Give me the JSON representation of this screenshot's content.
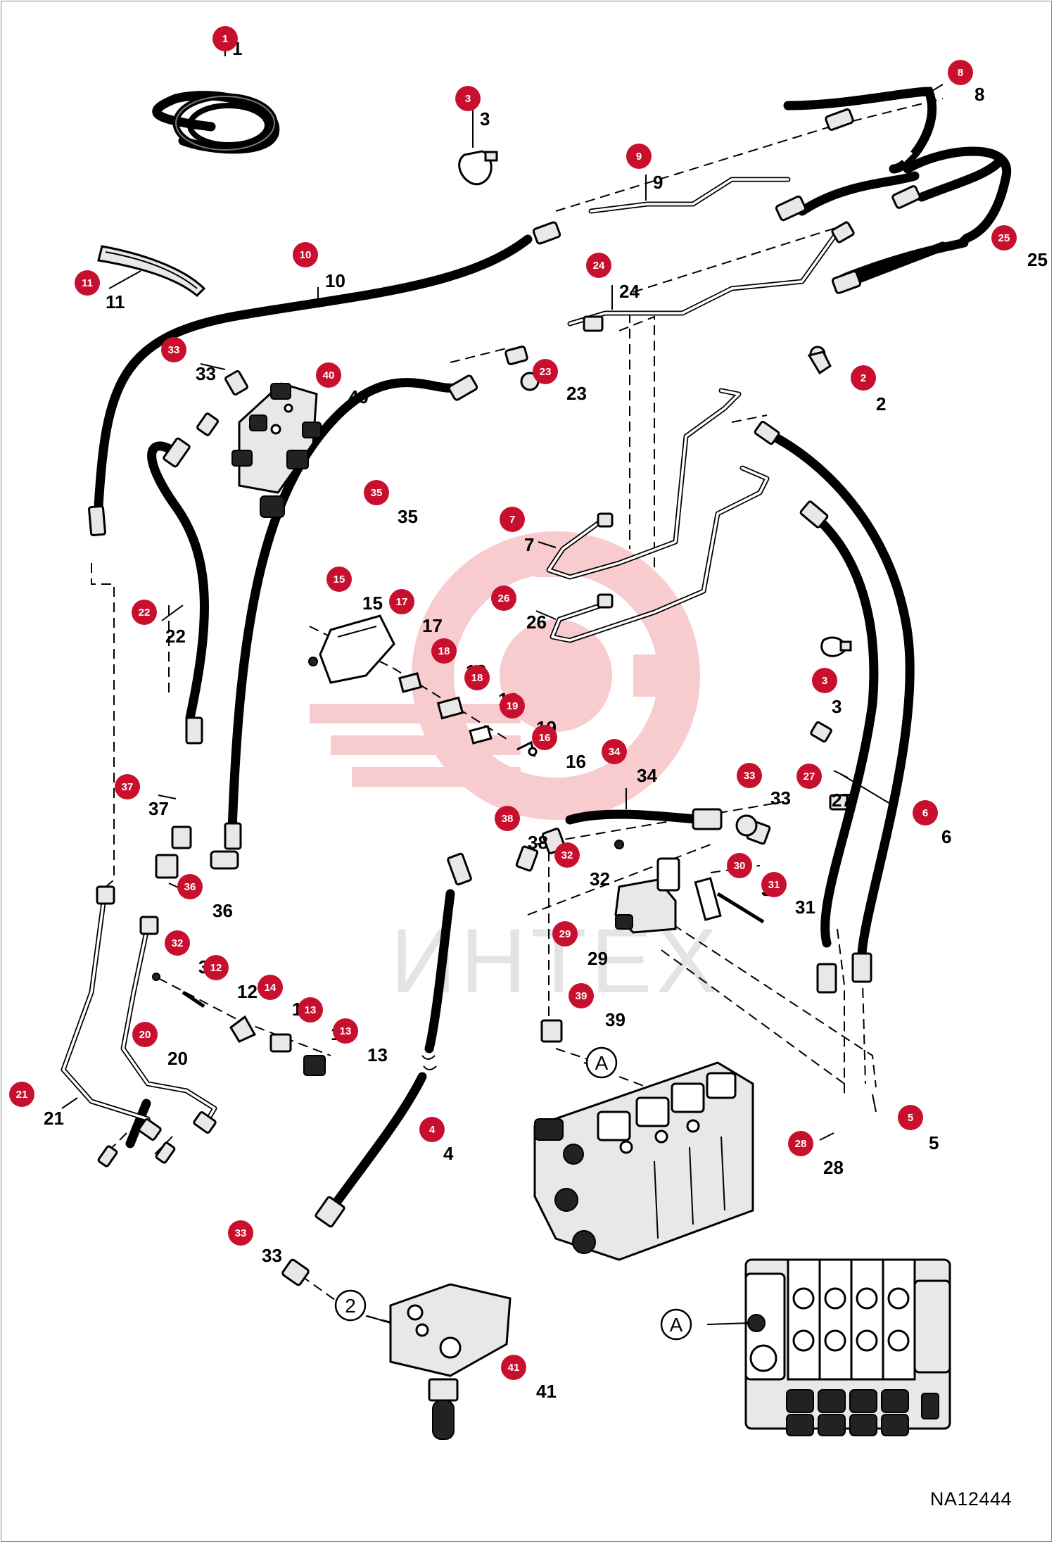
{
  "diagram": {
    "drawing_code": "NA12444",
    "watermark_text": "ИНТЕХ",
    "colors": {
      "badge": "#c8102e",
      "watermark": "#f4a3a8",
      "line": "#000000"
    },
    "labels": [
      {
        "id": "p1",
        "n": "1"
      },
      {
        "id": "p3a",
        "n": "3"
      },
      {
        "id": "p8",
        "n": "8"
      },
      {
        "id": "p9",
        "n": "9"
      },
      {
        "id": "p10",
        "n": "10"
      },
      {
        "id": "p11",
        "n": "11"
      },
      {
        "id": "p24",
        "n": "24"
      },
      {
        "id": "p25",
        "n": "25"
      },
      {
        "id": "p33a",
        "n": "33"
      },
      {
        "id": "p40",
        "n": "40"
      },
      {
        "id": "p23",
        "n": "23"
      },
      {
        "id": "p2",
        "n": "2"
      },
      {
        "id": "p35",
        "n": "35"
      },
      {
        "id": "p7",
        "n": "7"
      },
      {
        "id": "p15",
        "n": "15"
      },
      {
        "id": "p17",
        "n": "17"
      },
      {
        "id": "p22",
        "n": "22"
      },
      {
        "id": "p26",
        "n": "26"
      },
      {
        "id": "p18a",
        "n": "18"
      },
      {
        "id": "p18b",
        "n": "18"
      },
      {
        "id": "p3b",
        "n": "3"
      },
      {
        "id": "p19",
        "n": "19"
      },
      {
        "id": "p16",
        "n": "16"
      },
      {
        "id": "p34",
        "n": "34"
      },
      {
        "id": "p37",
        "n": "37"
      },
      {
        "id": "p33b",
        "n": "33"
      },
      {
        "id": "p27",
        "n": "27"
      },
      {
        "id": "p6",
        "n": "6"
      },
      {
        "id": "p38",
        "n": "38"
      },
      {
        "id": "p32a",
        "n": "32"
      },
      {
        "id": "p36",
        "n": "36"
      },
      {
        "id": "p30",
        "n": "30"
      },
      {
        "id": "p31",
        "n": "31"
      },
      {
        "id": "p29",
        "n": "29"
      },
      {
        "id": "p32b",
        "n": "32"
      },
      {
        "id": "p12",
        "n": "12"
      },
      {
        "id": "p14",
        "n": "14"
      },
      {
        "id": "p13a",
        "n": "13"
      },
      {
        "id": "p13b",
        "n": "13"
      },
      {
        "id": "p39",
        "n": "39"
      },
      {
        "id": "p20",
        "n": "20"
      },
      {
        "id": "p21",
        "n": "21"
      },
      {
        "id": "p4",
        "n": "4"
      },
      {
        "id": "p5",
        "n": "5"
      },
      {
        "id": "p28",
        "n": "28"
      },
      {
        "id": "p33c",
        "n": "33"
      },
      {
        "id": "p41",
        "n": "41"
      }
    ],
    "callouts": [
      {
        "id": "cA1",
        "text": "A"
      },
      {
        "id": "c2",
        "text": "2"
      },
      {
        "id": "cA2",
        "text": "A"
      }
    ]
  }
}
